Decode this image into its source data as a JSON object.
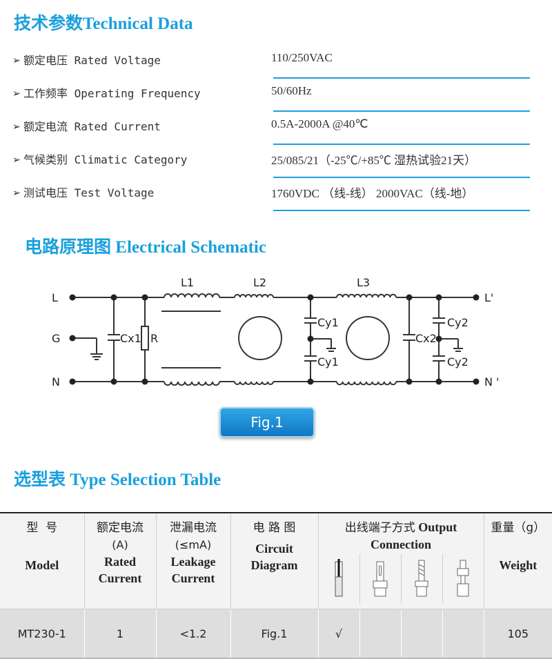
{
  "technical": {
    "title_zh": "技术参数",
    "title_en": "Technical Data",
    "rows": [
      {
        "label": "额定电压 Rated Voltage",
        "value": "110/250VAC"
      },
      {
        "label": "工作频率 Operating Frequency",
        "value": "50/60Hz"
      },
      {
        "label": "额定电流 Rated Current",
        "value": "0.5A-2000A @40℃"
      },
      {
        "label": "气候类别 Climatic Category",
        "value": "25/085/21（-25℃/+85℃ 湿热试验21天）"
      },
      {
        "label": "测试电压 Test Voltage",
        "value": "1760VDC （线-线）   2000VAC（线-地）"
      }
    ]
  },
  "schematic": {
    "title_zh": "电路原理图",
    "title_en": "Electrical Schematic",
    "labels": {
      "L": "L",
      "G": "G",
      "N": "N",
      "L1": "L1",
      "L2": "L2",
      "L3": "L3",
      "Lout": "L'",
      "Nout": "N '",
      "Cx1": "Cx1",
      "R": "R",
      "Cx2": "Cx2",
      "Cy1a": "Cy1",
      "Cy1b": "Cy1",
      "Cy2a": "Cy2",
      "Cy2b": "Cy2"
    },
    "fig_label": "Fig.1",
    "line_color": "#333333"
  },
  "selection": {
    "title_zh": "选型表",
    "title_en": "Type Selection Table",
    "headers": {
      "model_zh": "型  号",
      "model_en": "Model",
      "current_zh": "额定电流",
      "current_unit": "(A)",
      "current_en1": "Rated",
      "current_en2": "Current",
      "leak_zh": "泄漏电流",
      "leak_unit": "(≤mA)",
      "leak_en1": "Leakage",
      "leak_en2": "Current",
      "circuit_zh": "电 路 图",
      "circuit_en1": "Circuit",
      "circuit_en2": "Diagram",
      "output_zh": "出线端子方式",
      "output_en1": "Output",
      "output_en2": "Connection",
      "weight_zh": "重量（g）",
      "weight_en": "Weight"
    },
    "terminal_icons": [
      "wire-lead-icon",
      "solder-lug-icon",
      "screw-terminal-icon",
      "quick-connect-icon"
    ],
    "rows": [
      {
        "model": "MT230-1",
        "current": "1",
        "leakage": "<1.2",
        "circuit": "Fig.1",
        "t1": "√",
        "t2": "",
        "t3": "",
        "t4": "",
        "weight": "105"
      }
    ]
  },
  "colors": {
    "accent": "#1aa0dc",
    "rule": "#1a9ee0",
    "button_top": "#2fa6e6",
    "button_bottom": "#1177c4"
  }
}
